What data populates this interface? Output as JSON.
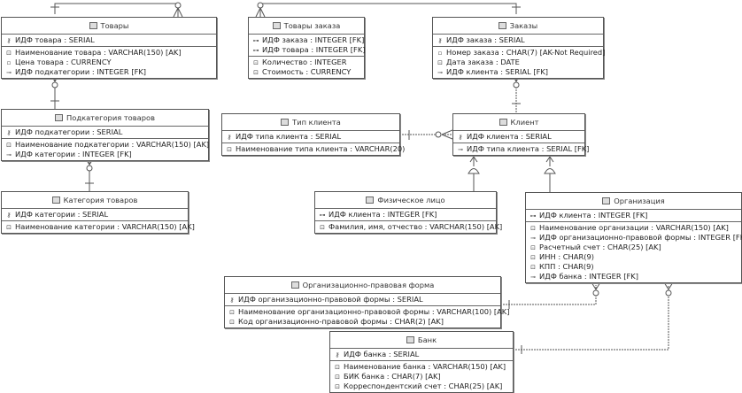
{
  "entities": {
    "tovary": {
      "title": "Товары",
      "pk": [
        {
          "icon": "primary-key-icon",
          "text": "ИДФ товара : SERIAL"
        }
      ],
      "attrs": [
        {
          "icon": "alternate-key-icon",
          "text": "Наименование товара : VARCHAR(150) [AK]"
        },
        {
          "icon": "attribute-icon",
          "text": "Цена товара : CURRENCY"
        },
        {
          "icon": "foreign-key-icon",
          "text": "ИДФ подкатегории : INTEGER [FK]"
        }
      ]
    },
    "tovary_zakaza": {
      "title": "Товары заказа",
      "pk": [
        {
          "icon": "pk-fk-icon",
          "text": "ИДФ заказа : INTEGER [FK]"
        },
        {
          "icon": "pk-fk-icon",
          "text": "ИДФ товара : INTEGER [FK]"
        }
      ],
      "attrs": [
        {
          "icon": "attribute-icon",
          "text": "Количество : INTEGER"
        },
        {
          "icon": "attribute-icon",
          "text": "Стоимость : CURRENCY"
        }
      ]
    },
    "zakazy": {
      "title": "Заказы",
      "pk": [
        {
          "icon": "primary-key-icon",
          "text": "ИДФ заказа : SERIAL"
        }
      ],
      "attrs": [
        {
          "icon": "attribute-icon",
          "text": "Номер заказа : CHAR(7) [AK-Not Required]"
        },
        {
          "icon": "attribute-icon",
          "text": "Дата заказа : DATE"
        },
        {
          "icon": "foreign-key-icon",
          "text": "ИДФ клиента : SERIAL [FK]"
        }
      ]
    },
    "podkategoriya": {
      "title": "Подкатегория товаров",
      "pk": [
        {
          "icon": "primary-key-icon",
          "text": "ИДФ подкатегории : SERIAL"
        }
      ],
      "attrs": [
        {
          "icon": "alternate-key-icon",
          "text": "Наименование подкатегории : VARCHAR(150) [AK]"
        },
        {
          "icon": "foreign-key-icon",
          "text": "ИДФ категории : INTEGER [FK]"
        }
      ]
    },
    "kategoriya": {
      "title": "Категория товаров",
      "pk": [
        {
          "icon": "primary-key-icon",
          "text": "ИДФ категории : SERIAL"
        }
      ],
      "attrs": [
        {
          "icon": "alternate-key-icon",
          "text": "Наименование категории : VARCHAR(150) [AK]"
        }
      ]
    },
    "tip_klienta": {
      "title": "Тип клиента",
      "pk": [
        {
          "icon": "primary-key-icon",
          "text": "ИДФ типа клиента : SERIAL"
        }
      ],
      "attrs": [
        {
          "icon": "attribute-icon",
          "text": "Наименование типа клиента : VARCHAR(20)"
        }
      ]
    },
    "klient": {
      "title": "Клиент",
      "pk": [
        {
          "icon": "primary-key-icon",
          "text": "ИДФ клиента : SERIAL"
        }
      ],
      "attrs": [
        {
          "icon": "foreign-key-icon",
          "text": "ИДФ типа клиента : SERIAL [FK]"
        }
      ]
    },
    "fizlico": {
      "title": "Физическое лицо",
      "pk": [
        {
          "icon": "pk-fk-icon",
          "text": "ИДФ клиента : INTEGER [FK]"
        }
      ],
      "attrs": [
        {
          "icon": "alternate-key-icon",
          "text": "Фамилия, имя, отчество : VARCHAR(150) [AK]"
        }
      ]
    },
    "organizaciya": {
      "title": "Организация",
      "pk": [
        {
          "icon": "pk-fk-icon",
          "text": "ИДФ клиента : INTEGER [FK]"
        }
      ],
      "attrs": [
        {
          "icon": "alternate-key-icon",
          "text": "Наименование организации : VARCHAR(150) [AK]"
        },
        {
          "icon": "foreign-key-icon",
          "text": "ИДФ организационно-правовой формы : INTEGER [FK]"
        },
        {
          "icon": "alternate-key-icon",
          "text": "Расчетный счет : CHAR(25) [AK]"
        },
        {
          "icon": "alternate-key-icon",
          "text": "ИНН : CHAR(9)"
        },
        {
          "icon": "alternate-key-icon",
          "text": "КПП : CHAR(9)"
        },
        {
          "icon": "foreign-key-icon",
          "text": "ИДФ банка : INTEGER [FK]"
        }
      ]
    },
    "opf": {
      "title": "Организационно-правовая форма",
      "pk": [
        {
          "icon": "primary-key-icon",
          "text": "ИДФ организационно-правовой формы : SERIAL"
        }
      ],
      "attrs": [
        {
          "icon": "alternate-key-icon",
          "text": "Наименование организационно-правовой формы : VARCHAR(100) [AK]"
        },
        {
          "icon": "alternate-key-icon",
          "text": "Код организационно-правовой формы : CHAR(2) [AK]"
        }
      ]
    },
    "bank": {
      "title": "Банк",
      "pk": [
        {
          "icon": "primary-key-icon",
          "text": "ИДФ банка : SERIAL"
        }
      ],
      "attrs": [
        {
          "icon": "alternate-key-icon",
          "text": "Наименование банка : VARCHAR(150) [AK]"
        },
        {
          "icon": "alternate-key-icon",
          "text": "БИК банка : CHAR(7) [AK]"
        },
        {
          "icon": "alternate-key-icon",
          "text": "Корреспондентский счет : CHAR(25) [AK]"
        }
      ]
    }
  },
  "icons": {
    "primary-key-icon": "⚷",
    "pk-fk-icon": "⊶",
    "alternate-key-icon": "⊡",
    "attribute-icon": "▫",
    "foreign-key-icon": "⊸"
  },
  "colors": {
    "line": "#555555",
    "border": "#555555"
  }
}
